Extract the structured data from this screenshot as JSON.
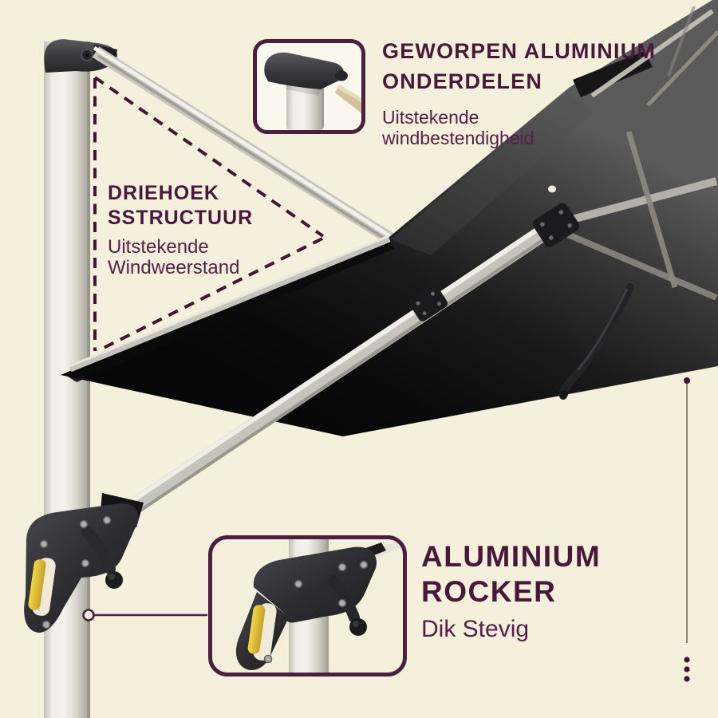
{
  "colors": {
    "background": "#f5f0dc",
    "heading_text": "#47183a",
    "subtitle_text": "#552148",
    "callout_border": "#4a2040",
    "dashed_line": "#401634",
    "guide_line": "#8b8376",
    "canopy_fabric": "#111111",
    "pole_silver": "#d9d6cf",
    "rocker_body": "#2b2b2d",
    "yellow_accent": "#e6c53a"
  },
  "annotations": {
    "top": {
      "title_line1": "GEWORPEN ALUMINIUM",
      "title_line2": "ONDERDELEN",
      "subtitle_line1": "Uitstekende",
      "subtitle_line2": "windbestendigheid"
    },
    "triangle": {
      "title_line1": "DRIEHOEK",
      "title_line2": "SSTRUCTUUR",
      "subtitle_line1": "Uitstekende",
      "subtitle_line2": "Windweerstand"
    },
    "bottom": {
      "title_line1": "ALUMINIUM",
      "title_line2": "ROCKER",
      "subtitle": "Dik Stevig"
    }
  }
}
